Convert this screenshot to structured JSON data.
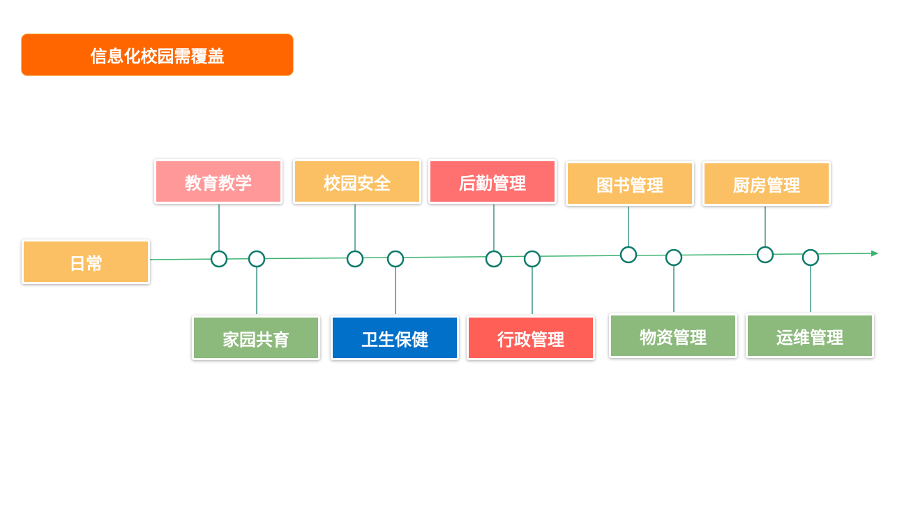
{
  "title": "信息化校园需覆盖",
  "root": {
    "label": "日常",
    "color": "#FBC063"
  },
  "top_items": [
    {
      "label": "教育教学",
      "color": "#FF9999"
    },
    {
      "label": "校园安全",
      "color": "#FBC063"
    },
    {
      "label": "后勤管理",
      "color": "#FF7070"
    },
    {
      "label": "图书管理",
      "color": "#FBC063"
    },
    {
      "label": "厨房管理",
      "color": "#FBC063"
    }
  ],
  "bottom_items": [
    {
      "label": "家园共育",
      "color": "#8CB97C"
    },
    {
      "label": "卫生保健",
      "color": "#0070C9"
    },
    {
      "label": "行政管理",
      "color": "#FF5F57"
    },
    {
      "label": "物资管理",
      "color": "#8CB97C"
    },
    {
      "label": "运维管理",
      "color": "#8CB97C"
    }
  ],
  "colors": {
    "line": "#3CB371",
    "node": "#0E7A6A"
  }
}
